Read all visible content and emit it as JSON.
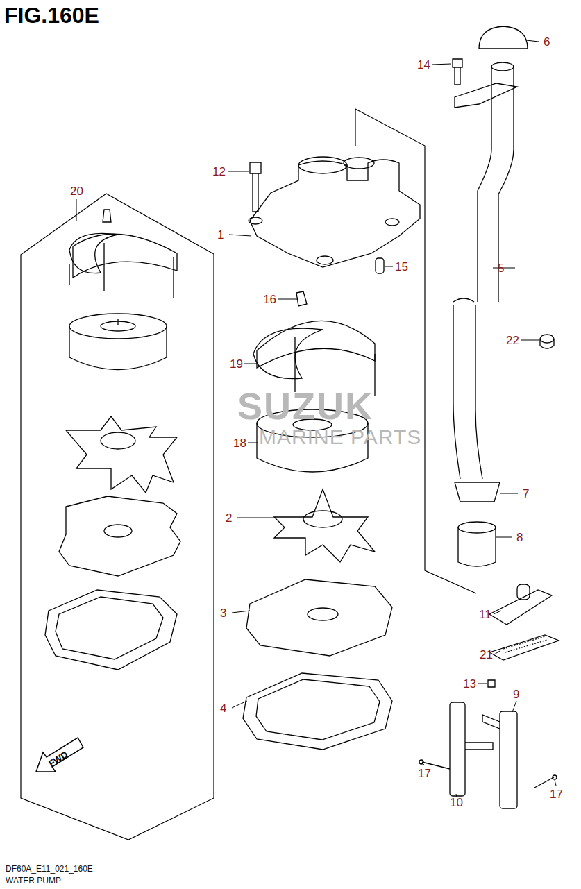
{
  "diagram": {
    "title": "FIG.160E",
    "labels": [
      "20",
      "12",
      "1",
      "15",
      "14",
      "6",
      "5",
      "22",
      "16",
      "19",
      "18",
      "2",
      "7",
      "8",
      "11",
      "3",
      "21",
      "13",
      "9",
      "4",
      "17",
      "10",
      "17",
      "FWD",
      "SUZUK",
      "MARINE PARTS",
      "DF60A_E11_021_160E",
      "WATER PUMP"
    ]
  }
}
